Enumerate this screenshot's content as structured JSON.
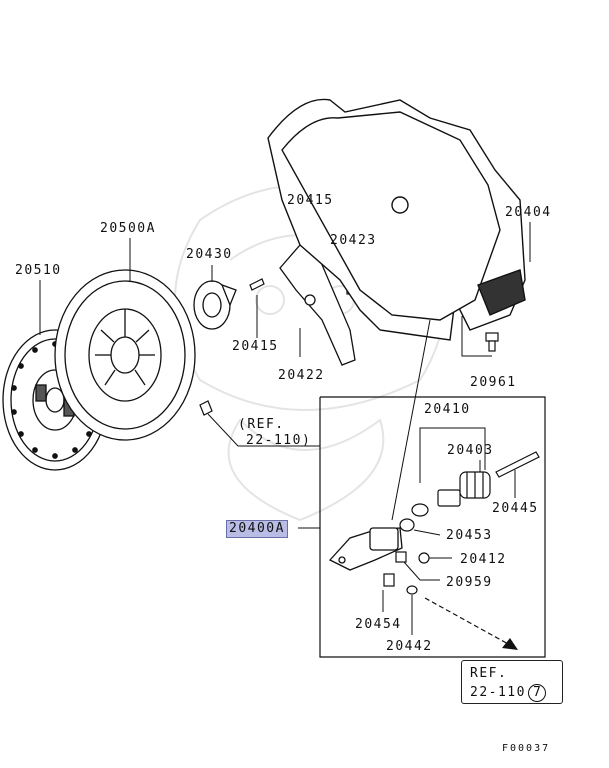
{
  "labels": {
    "p20500A": "20500A",
    "p20510": "20510",
    "p20430": "20430",
    "p20415a": "20415",
    "p20415b": "20415",
    "p20423": "20423",
    "p20422": "20422",
    "p20404": "20404",
    "p20961": "20961",
    "p20410": "20410",
    "p20403": "20403",
    "p20445": "20445",
    "p20453": "20453",
    "p20412": "20412",
    "p20959": "20959",
    "p20454": "20454",
    "p20442": "20442",
    "p20400A": "20400A"
  },
  "ref_top": {
    "line1": "(REF.",
    "line2": "22-110)"
  },
  "ref_bottom": {
    "line1": "REF.",
    "line2": "22-110",
    "circle": "7"
  },
  "figure_code": "F00037",
  "colors": {
    "highlight": "#b9bde6",
    "ink": "#111111",
    "watermark": "#e6e6e6"
  }
}
